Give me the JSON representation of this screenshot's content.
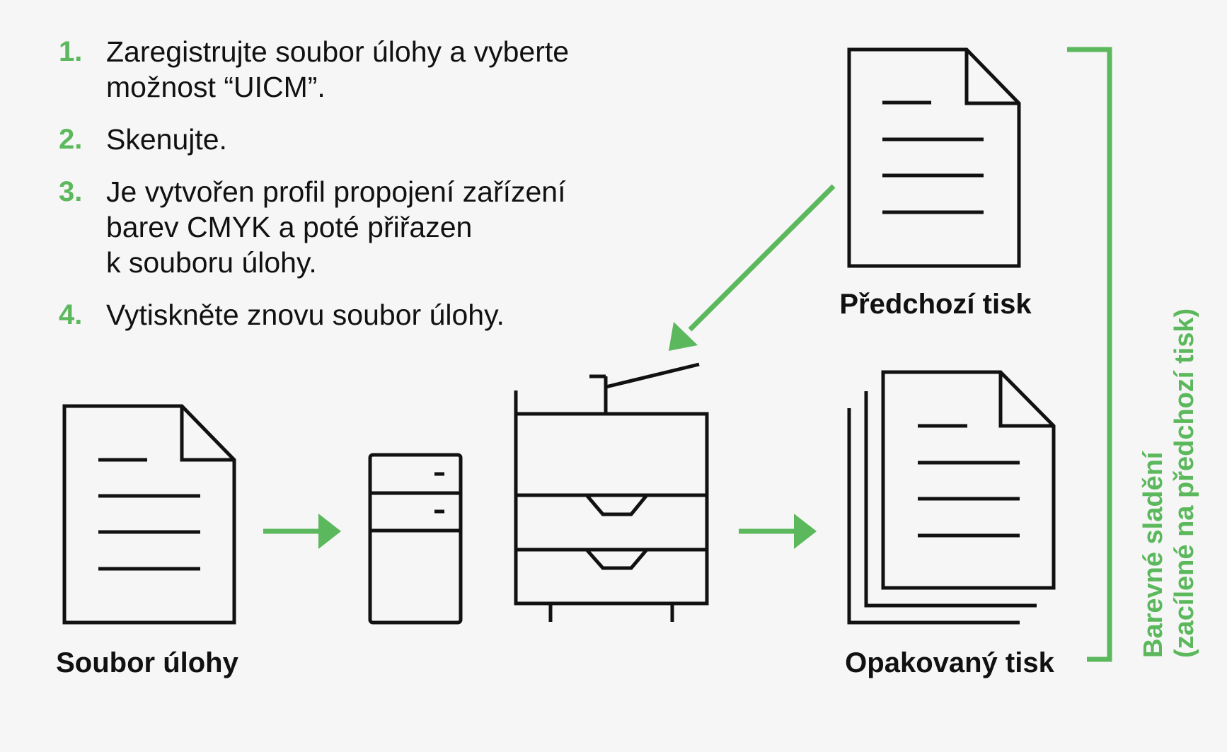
{
  "steps": [
    {
      "number": "1.",
      "text": "Zaregistrujte soubor úlohy a vyberte\nmožnost “UICM”."
    },
    {
      "number": "2.",
      "text": "Skenujte."
    },
    {
      "number": "3.",
      "text": "Je vytvořen profil propojení zařízení\nbarev CMYK a poté přiřazen\nk souboru úlohy."
    },
    {
      "number": "4.",
      "text": "Vytiskněte znovu soubor úlohy."
    }
  ],
  "labels": {
    "previous_print": "Předchozí tisk",
    "job_file": "Soubor úlohy",
    "repeat_print": "Opakovaný tisk",
    "bracket_line1": "Barevné sladění",
    "bracket_line2": "(zacílené na předchozí tisk)"
  },
  "colors": {
    "accent": "#5cb85c",
    "ink": "#111111",
    "background": "#f6f6f6"
  },
  "icons": [
    "document-icon",
    "server-icon",
    "printer-icon",
    "stacked-documents-icon",
    "arrow-right-icon",
    "arrow-diagonal-icon",
    "bracket-icon"
  ]
}
